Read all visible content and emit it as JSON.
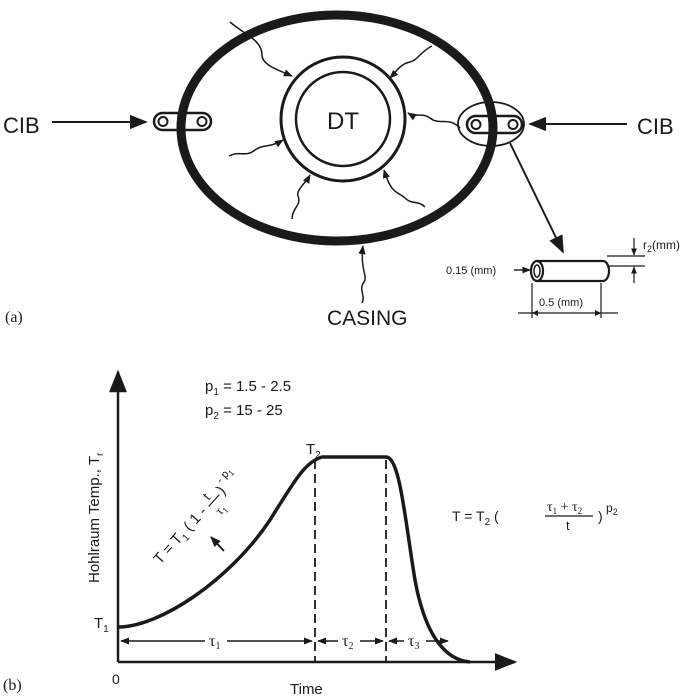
{
  "panel_a": {
    "tag": "(a)",
    "cib_left": "CIB",
    "cib_right": "CIB",
    "dt": "DT",
    "casing": "CASING",
    "dim_thickness": "0.15 (mm)",
    "dim_length": "0.5 (mm)",
    "dim_radius_r": "r",
    "dim_radius_sub": "2",
    "dim_radius_unit": "(mm)"
  },
  "panel_b": {
    "tag": "(b)",
    "y_axis_label": "Hohlraum Temp., T",
    "y_axis_sub": "r",
    "x_axis_label": "Time",
    "origin_label": "0",
    "t1": "T",
    "t1_sub": "1",
    "t2": "T",
    "t2_sub": "2",
    "p1_line": "= 1.5 - 2.5",
    "p2_line": "= 15 - 25",
    "rise_formula": "T = T",
    "tau1": "τ",
    "tau1_sub": "1",
    "tau2": "τ",
    "tau2_sub": "2",
    "tau3": "τ",
    "tau3_sub": "3",
    "fall_eq_lhs": "T = T",
    "fall_eq_sub": "2",
    "fall_num": "τ1 + τ2",
    "fall_den": "t",
    "fall_exp": "p2"
  }
}
